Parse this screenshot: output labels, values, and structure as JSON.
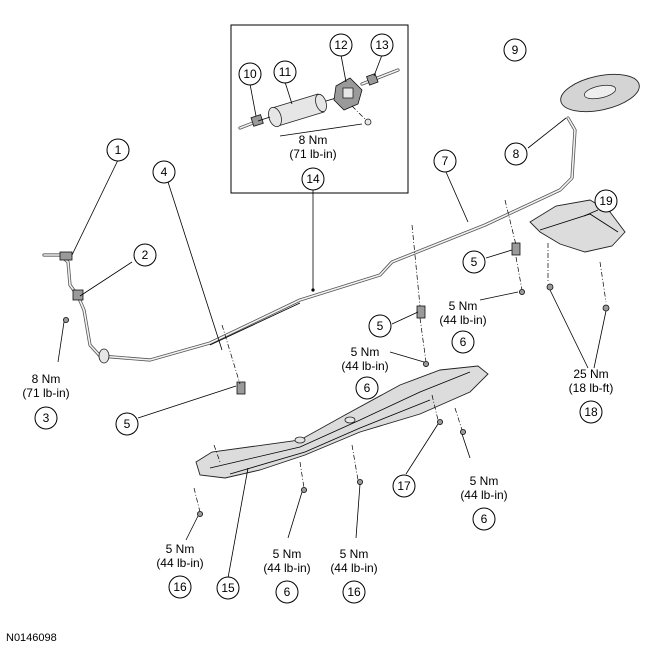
{
  "figure_id": "N0146098",
  "callouts": [
    "1",
    "2",
    "3",
    "4",
    "5",
    "6",
    "7",
    "8",
    "9",
    "10",
    "11",
    "12",
    "13",
    "14",
    "15",
    "16",
    "17",
    "18",
    "19"
  ],
  "torques": [
    {
      "nm": "8 Nm",
      "alt": "(71 lb-in)"
    },
    {
      "nm": "8 Nm",
      "alt": "(71 lb-in)"
    },
    {
      "nm": "5 Nm",
      "alt": "(44 lb-in)"
    },
    {
      "nm": "5 Nm",
      "alt": "(44 lb-in)"
    },
    {
      "nm": "25 Nm",
      "alt": "(18 lb-ft)"
    },
    {
      "nm": "5 Nm",
      "alt": "(44 lb-in)"
    },
    {
      "nm": "5 Nm",
      "alt": "(44 lb-in)"
    },
    {
      "nm": "5 Nm",
      "alt": "(44 lb-in)"
    },
    {
      "nm": "5 Nm",
      "alt": "(44 lb-in)"
    }
  ]
}
